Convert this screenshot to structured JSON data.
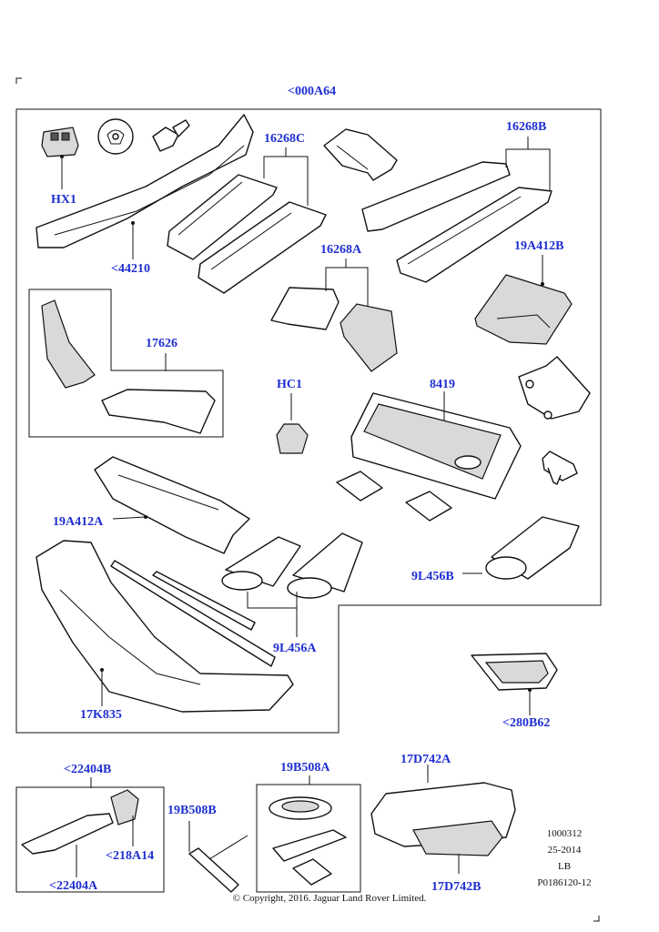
{
  "labels": {
    "group_top": "<000A64",
    "hx1": "HX1",
    "p44210": "<44210",
    "p16268C": "16268C",
    "p16268B": "16268B",
    "p16268A": "16268A",
    "p19A412B": "19A412B",
    "p17626": "17626",
    "hc1": "HC1",
    "p8419": "8419",
    "p19A412A": "19A412A",
    "p9L456B": "9L456B",
    "p9L456A": "9L456A",
    "p17K835": "17K835",
    "p280B62": "<280B62",
    "p22404B": "<22404B",
    "p218A14": "<218A14",
    "p22404A": "<22404A",
    "p19B508B": "19B508B",
    "p19B508A": "19B508A",
    "p17D742A": "17D742A",
    "p17D742B": "17D742B"
  },
  "meta": {
    "code": "1000312",
    "date": "25-2014",
    "side": "LB",
    "ref": "P0186120-12"
  },
  "copyright": "© Copyright, 2016. Jaguar Land Rover Limited."
}
